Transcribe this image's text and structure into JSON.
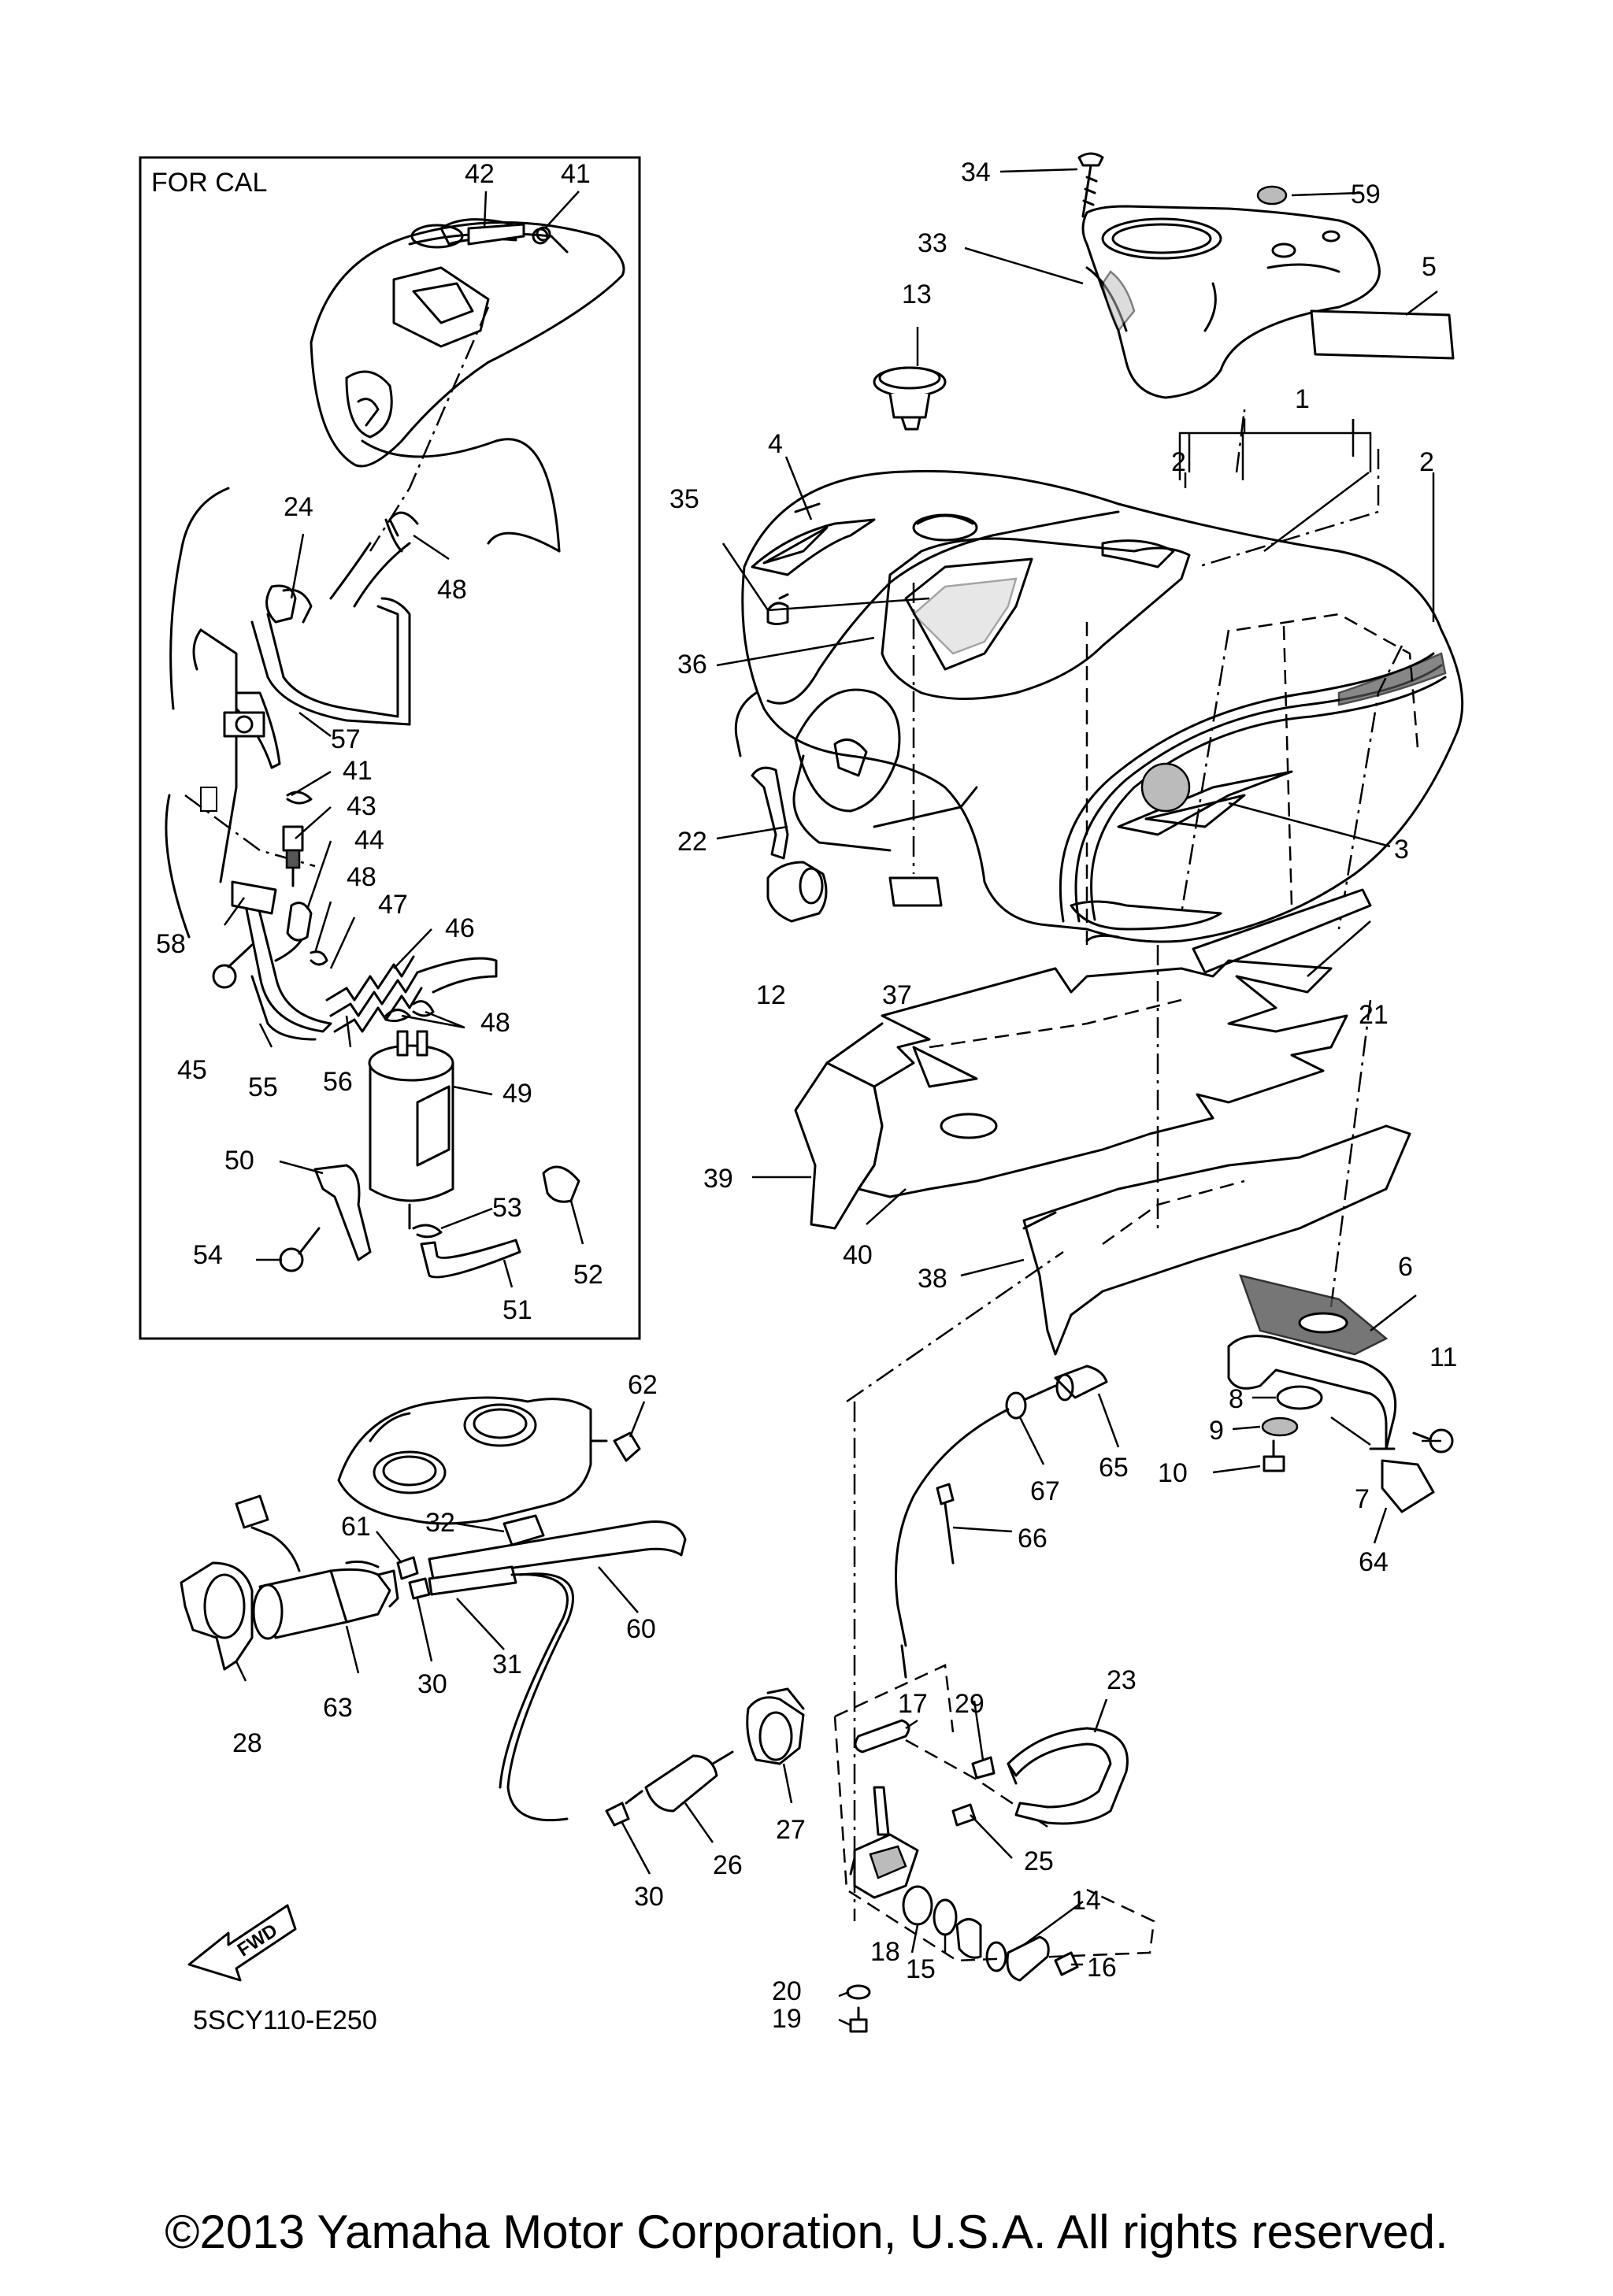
{
  "inset": {
    "title": "FOR CAL"
  },
  "callouts": {
    "c1": "1",
    "c2a": "2",
    "c2b": "2",
    "c3": "3",
    "c4": "4",
    "c5": "5",
    "c6": "6",
    "c7": "7",
    "c8": "8",
    "c9": "9",
    "c10": "10",
    "c11": "11",
    "c12": "12",
    "c13": "13",
    "c14": "14",
    "c15": "15",
    "c16": "16",
    "c17": "17",
    "c18": "18",
    "c19": "19",
    "c20": "20",
    "c21": "21",
    "c22": "22",
    "c23": "23",
    "c24": "24",
    "c25": "25",
    "c26": "26",
    "c27": "27",
    "c28": "28",
    "c29": "29",
    "c30a": "30",
    "c30b": "30",
    "c31": "31",
    "c32": "32",
    "c33": "33",
    "c34": "34",
    "c35": "35",
    "c36": "36",
    "c37": "37",
    "c38": "38",
    "c39": "39",
    "c40": "40",
    "c41a": "41",
    "c41b": "41",
    "c42": "42",
    "c43": "43",
    "c44": "44",
    "c45": "45",
    "c46": "46",
    "c47": "47",
    "c48a": "48",
    "c48b": "48",
    "c48c": "48",
    "c49": "49",
    "c50": "50",
    "c51": "51",
    "c52": "52",
    "c53": "53",
    "c54": "54",
    "c55": "55",
    "c56": "56",
    "c57": "57",
    "c58": "58",
    "c59": "59",
    "c60": "60",
    "c61": "61",
    "c62": "62",
    "c63": "63",
    "c64": "64",
    "c65": "65",
    "c66": "66",
    "c67": "67"
  },
  "fwd_label": "FWD",
  "drawing_code": "5SCY110-E250",
  "copyright": "©2013 Yamaha Motor Corporation, U.S.A. All rights reserved."
}
